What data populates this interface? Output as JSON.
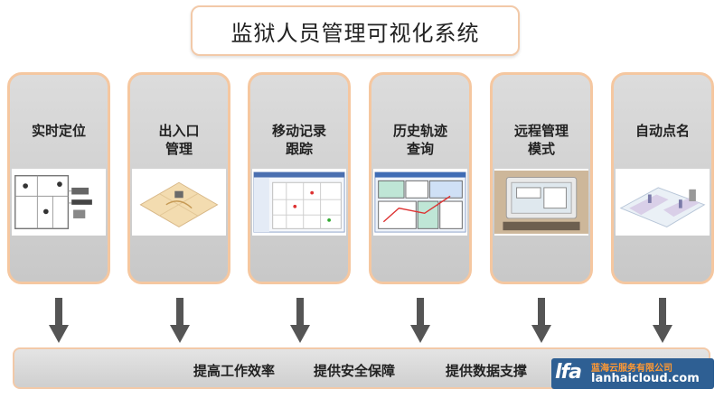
{
  "title": "监狱人员管理可视化系统",
  "features": [
    {
      "label": "实时定位",
      "image": "floor-plan-tracking-diagram"
    },
    {
      "label": "出入口\n管理",
      "image": "entrance-3d-floor-diagram"
    },
    {
      "label": "移动记录\n跟踪",
      "image": "movement-tracking-software-screenshot"
    },
    {
      "label": "历史轨迹\n查询",
      "image": "history-track-floor-map"
    },
    {
      "label": "远程管理\n模式",
      "image": "remote-monitor-photo"
    },
    {
      "label": "自动点名",
      "image": "roll-call-3d-scene"
    }
  ],
  "benefits": [
    "提高工作效率",
    "提供安全保障",
    "提供数据支撑"
  ],
  "watermark": {
    "logo": "lfa",
    "company": "蓝海云服务有限公司",
    "domain": "lanhaicloud.com"
  },
  "colors": {
    "card_border": "#f5c7a0",
    "card_fill": "#d3d3d3",
    "arrow": "#555555",
    "watermark_bg": "#2e5f93"
  }
}
